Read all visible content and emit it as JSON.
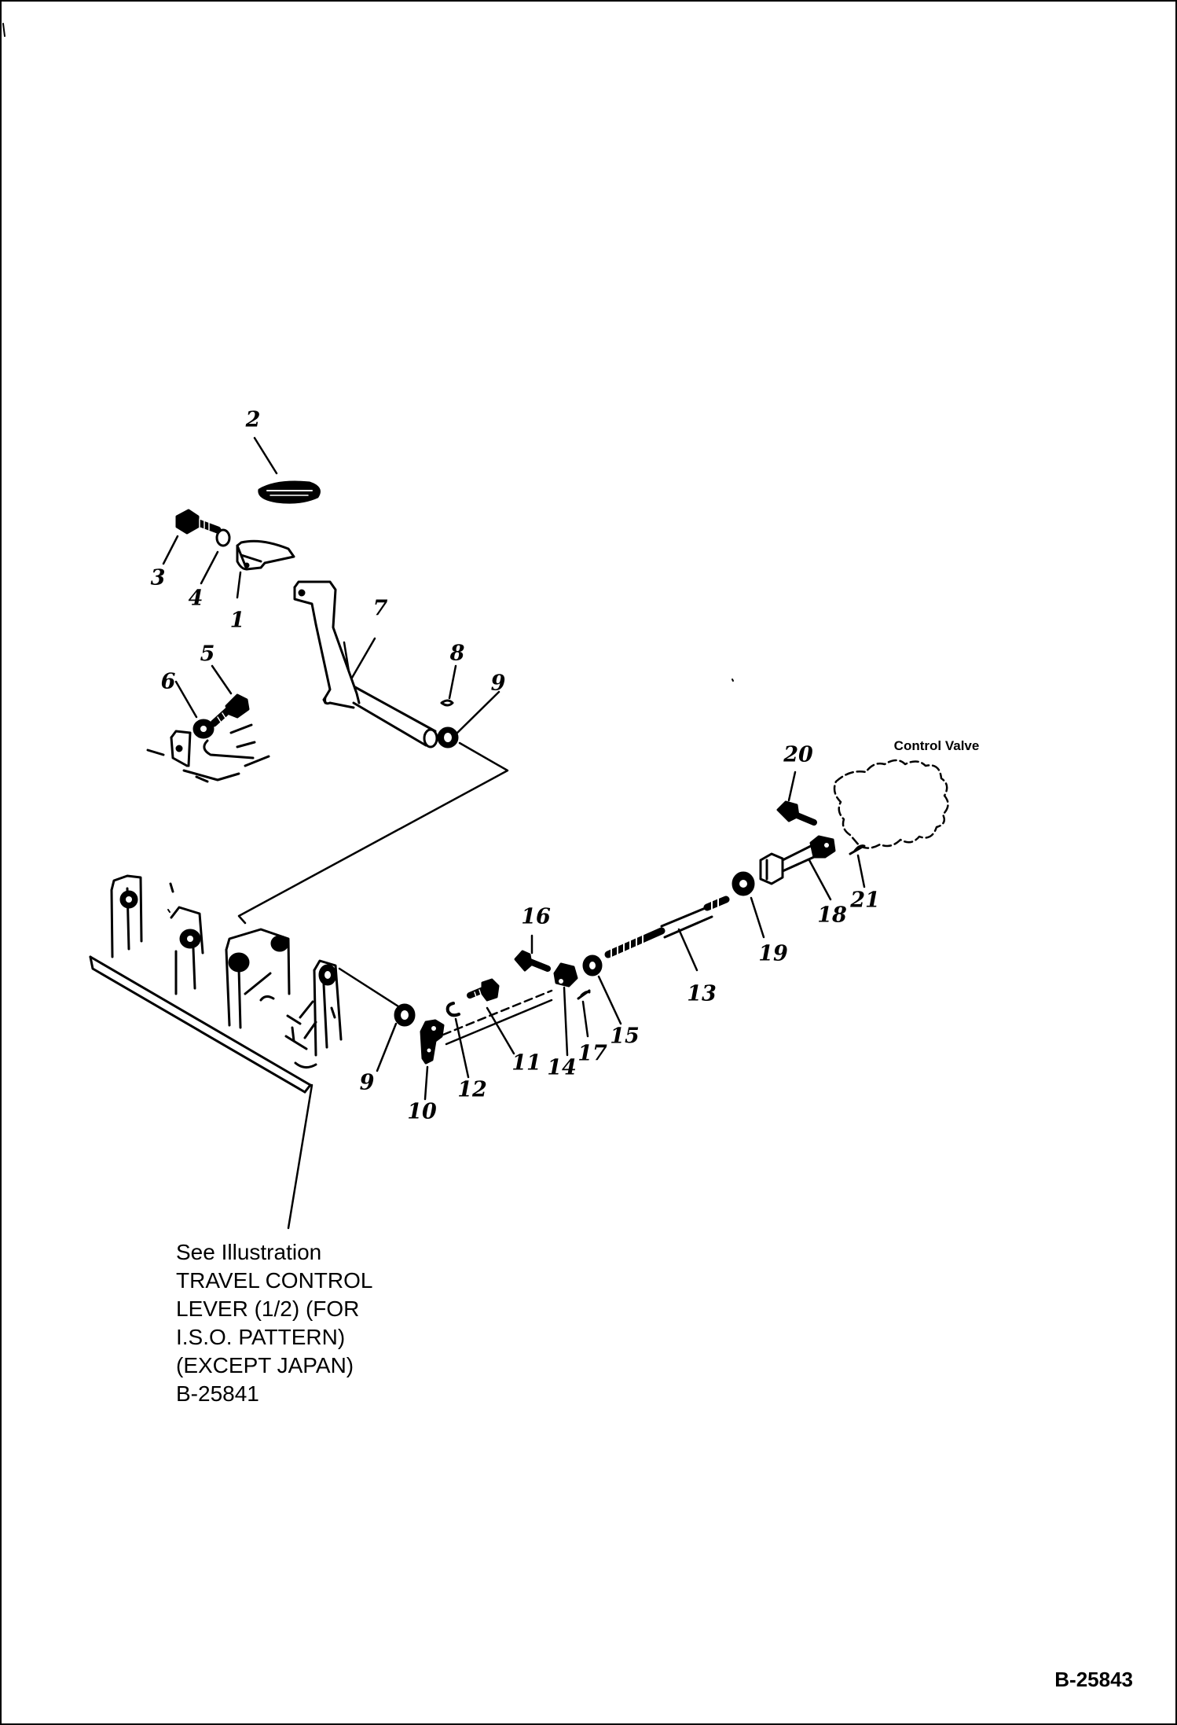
{
  "labels": {
    "control_valve": "Control Valve"
  },
  "callouts": [
    "1",
    "2",
    "3",
    "4",
    "5",
    "6",
    "7",
    "8",
    "9",
    "9",
    "10",
    "11",
    "12",
    "13",
    "14",
    "15",
    "16",
    "17",
    "18",
    "19",
    "20",
    "21"
  ],
  "reference_note": [
    "See Illustration",
    "TRAVEL CONTROL",
    "LEVER (1/2) (FOR",
    "I.S.O. PATTERN)",
    "(EXCEPT JAPAN)",
    "B-25841"
  ],
  "drawing_number": "B-25843"
}
